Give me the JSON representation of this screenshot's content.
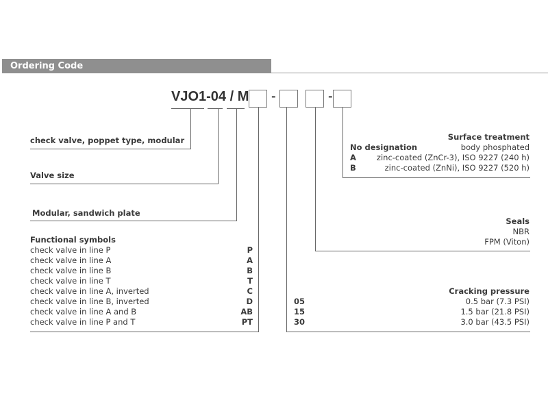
{
  "header": {
    "title": "Ordering Code"
  },
  "code": {
    "prefix": "VJO1-04 / M",
    "dash1": "-",
    "dash2": "-"
  },
  "type_label": "check valve, poppet type, modular",
  "size_label": "Valve size",
  "modular_label": "Modular, sandwich plate",
  "functional": {
    "title": "Functional symbols",
    "items": [
      {
        "label": "check valve in line P",
        "code": "P"
      },
      {
        "label": "check valve in line A",
        "code": "A"
      },
      {
        "label": "check valve in line B",
        "code": "B"
      },
      {
        "label": "check valve in line T",
        "code": "T"
      },
      {
        "label": "check valve in line A, inverted",
        "code": "C"
      },
      {
        "label": "check valve in line B, inverted",
        "code": "D"
      },
      {
        "label": "check valve in line A and B",
        "code": "AB"
      },
      {
        "label": "check valve in line P and T",
        "code": "PT"
      }
    ]
  },
  "surface": {
    "title": "Surface treatment",
    "items": [
      {
        "code": "No designation",
        "label": "body phosphated"
      },
      {
        "code": "A",
        "label": "zinc-coated (ZnCr-3), ISO 9227 (240 h)"
      },
      {
        "code": "B",
        "label": "zinc-coated (ZnNi), ISO 9227 (520 h)"
      }
    ]
  },
  "seals": {
    "title": "Seals",
    "items": [
      "NBR",
      "FPM (Viton)"
    ]
  },
  "cracking": {
    "title": "Cracking pressure",
    "items": [
      {
        "code": "05",
        "label": "0.5 bar (7.3 PSI)"
      },
      {
        "code": "15",
        "label": "1.5 bar (21.8 PSI)"
      },
      {
        "code": "30",
        "label": "3.0 bar (43.5 PSI)"
      }
    ]
  }
}
